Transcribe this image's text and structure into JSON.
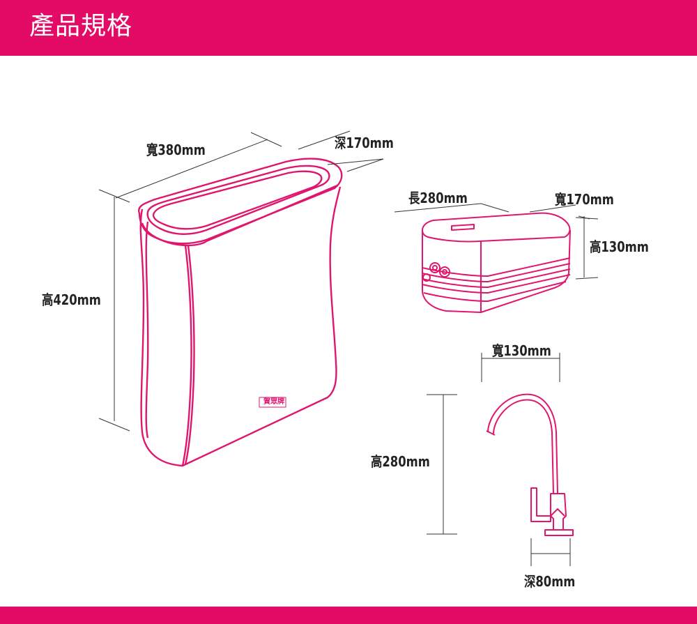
{
  "header": {
    "title": "產品規格"
  },
  "brand_mark": "賀眾牌",
  "colors": {
    "accent": "#e30b66",
    "line": "#222222",
    "product_line": "#e0166e"
  },
  "purifier": {
    "width_label": "寬380mm",
    "depth_label": "深170mm",
    "height_label": "高420mm"
  },
  "pump_box": {
    "length_label": "長280mm",
    "width_label": "寬170mm",
    "height_label": "高130mm"
  },
  "faucet": {
    "width_label": "寬130mm",
    "height_label": "高280mm",
    "depth_label": "深80mm"
  }
}
